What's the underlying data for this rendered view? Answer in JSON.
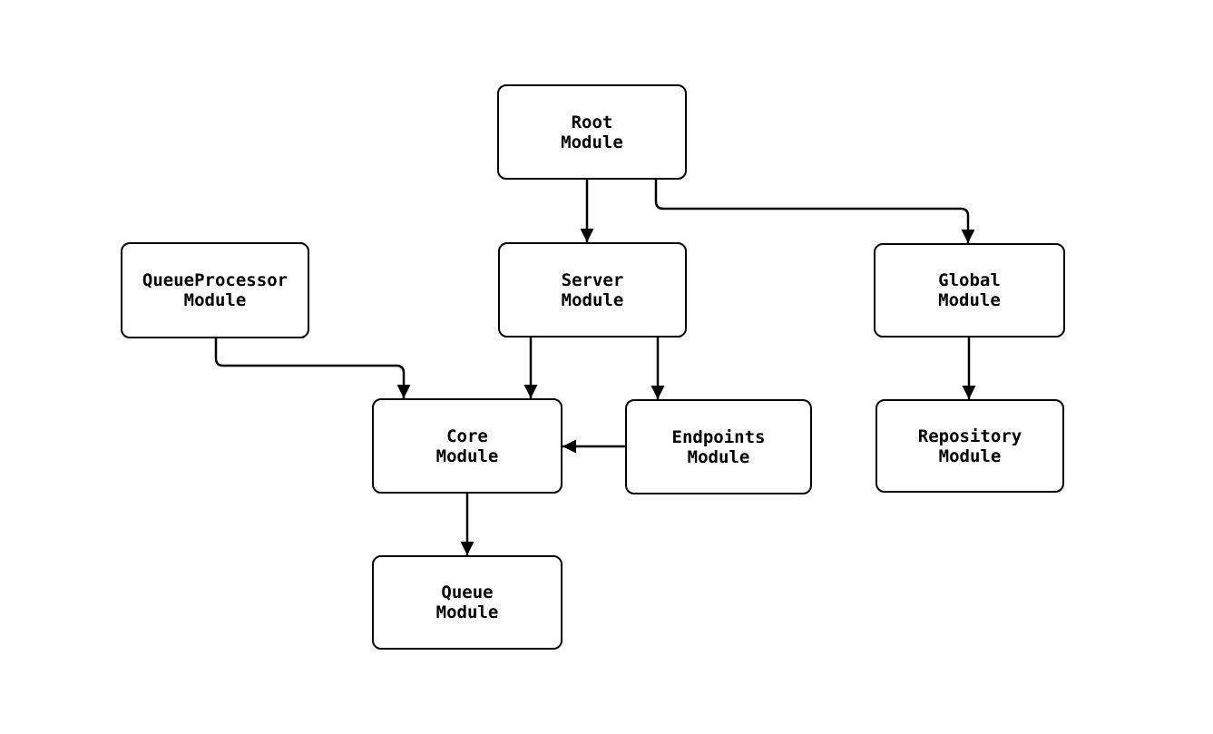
{
  "diagram": {
    "type": "module-dependency-flowchart",
    "background_color": "#ffffff",
    "node_fill_color": "#ffffff",
    "node_border_color": "#000000",
    "text_color": "#000000",
    "edge_color": "#000000",
    "nodes": [
      {
        "id": "root",
        "label": "Root\nModule"
      },
      {
        "id": "queueprocessor",
        "label": "QueueProcessor\nModule"
      },
      {
        "id": "server",
        "label": "Server\nModule"
      },
      {
        "id": "global",
        "label": "Global\nModule"
      },
      {
        "id": "core",
        "label": "Core\nModule"
      },
      {
        "id": "endpoints",
        "label": "Endpoints\nModule"
      },
      {
        "id": "repository",
        "label": "Repository\nModule"
      },
      {
        "id": "queue",
        "label": "Queue\nModule"
      }
    ],
    "edges": [
      {
        "from": "root",
        "to": "server"
      },
      {
        "from": "root",
        "to": "global"
      },
      {
        "from": "queueprocessor",
        "to": "core"
      },
      {
        "from": "server",
        "to": "core"
      },
      {
        "from": "server",
        "to": "endpoints"
      },
      {
        "from": "endpoints",
        "to": "core"
      },
      {
        "from": "global",
        "to": "repository"
      },
      {
        "from": "core",
        "to": "queue"
      }
    ]
  }
}
